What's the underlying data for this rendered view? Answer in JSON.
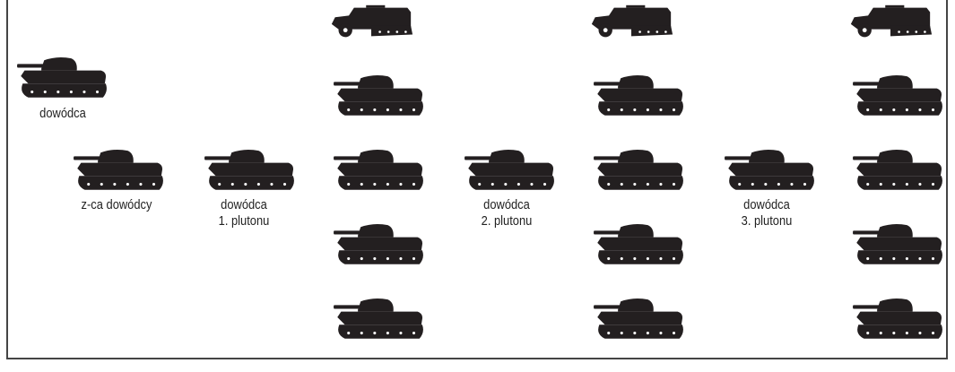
{
  "labels": {
    "commander": "dowódca",
    "deputy": "z-ca dowódcy",
    "p1_line1": "dowódca",
    "p1_line2": "1. plutonu",
    "p2_line1": "dowódca",
    "p2_line2": "2. plutonu",
    "p3_line1": "dowódca",
    "p3_line2": "3. plutonu"
  },
  "colors": {
    "vehicle": "#231f20",
    "border": "#444444",
    "text": "#222222"
  },
  "icons": {
    "tank": "tank-icon",
    "halftrack": "halftrack-icon"
  }
}
